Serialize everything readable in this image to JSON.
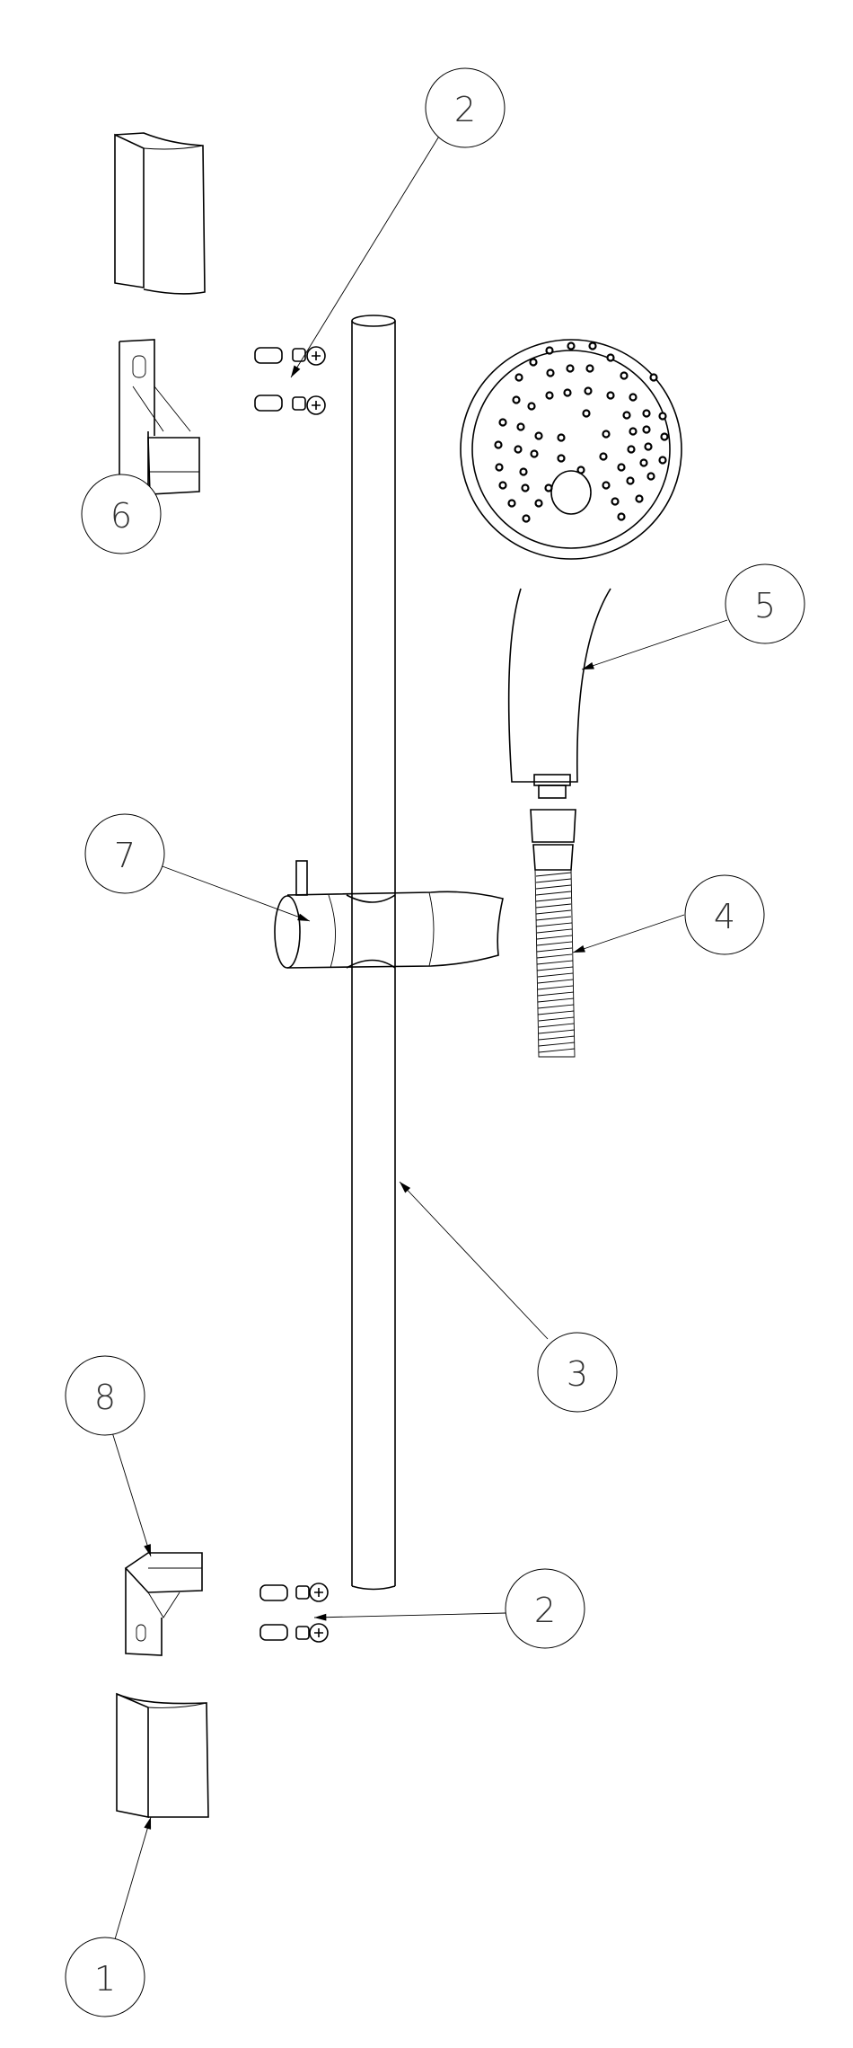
{
  "diagram": {
    "balloons": [
      {
        "label": "2"
      },
      {
        "label": "6"
      },
      {
        "label": "5"
      },
      {
        "label": "7"
      },
      {
        "label": "4"
      },
      {
        "label": "3"
      },
      {
        "label": "8"
      },
      {
        "label": "2"
      },
      {
        "label": "1"
      }
    ],
    "line_color": "#000000",
    "background": "#ffffff"
  }
}
